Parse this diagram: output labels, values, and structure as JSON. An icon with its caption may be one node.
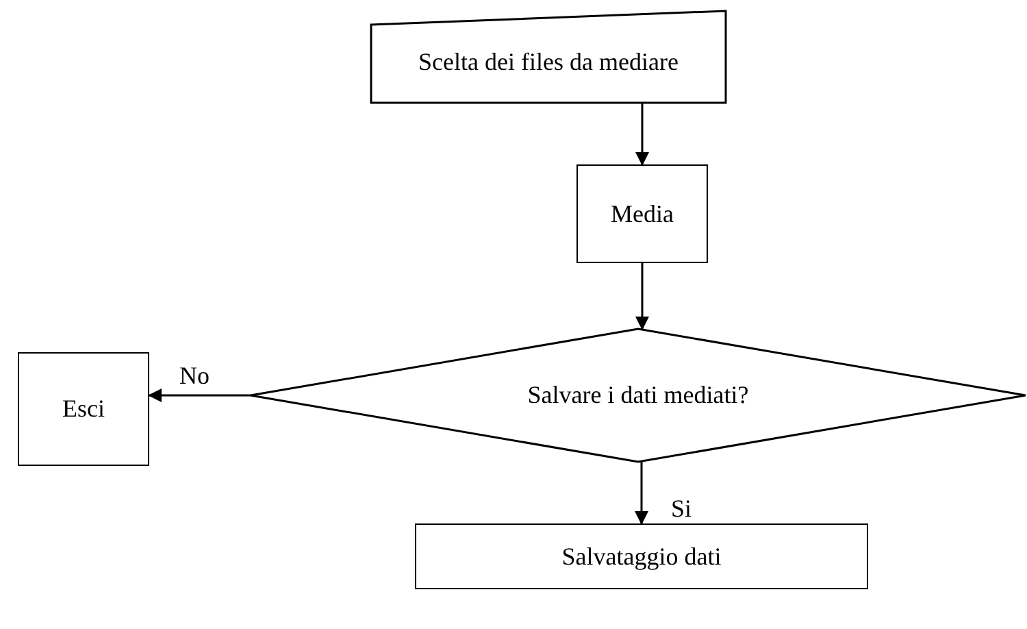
{
  "diagram": {
    "nodes": [
      {
        "text": [
          "Scelta dei files da mediare"
        ]
      },
      {
        "text": [
          "Media"
        ]
      },
      {
        "text": [
          "Salvare i dati mediati?"
        ]
      },
      {
        "text": [
          "Esci"
        ]
      },
      {
        "text": [
          "Salvataggio dati"
        ]
      }
    ],
    "edges": [
      {
        "from": 0,
        "to": 1,
        "arrow": "to"
      },
      {
        "from": 1,
        "to": 2,
        "arrow": "to"
      },
      {
        "from": 2,
        "to": 3,
        "arrow": "to",
        "label": "No"
      },
      {
        "from": 2,
        "to": 4,
        "arrow": "to",
        "label": "Si"
      }
    ]
  }
}
